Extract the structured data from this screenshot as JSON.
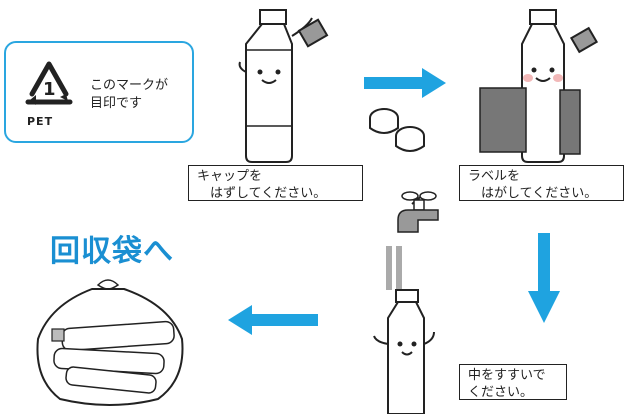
{
  "pet_mark": {
    "number": "1",
    "code": "PET",
    "caption_line1": "このマークが",
    "caption_line2": "目印です"
  },
  "steps": {
    "cap": "キャップを\n　はずしてください。",
    "label": "ラベルを\n　はがしてください。",
    "rinse": "中をすすいで\nください。"
  },
  "collect_title": "回収袋へ",
  "colors": {
    "accent": "#2aa6e0",
    "arrow": "#1fa3e0",
    "title": "#1a8fd2"
  }
}
